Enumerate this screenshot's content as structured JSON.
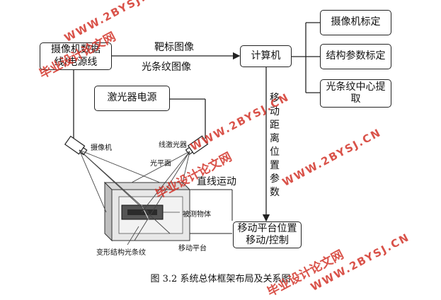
{
  "boxes": {
    "data_line": "摄像机数据线/电源线",
    "computer": "计算机",
    "laser_power": "激光器电源",
    "camera_calib": "摄像机标定",
    "struct_calib": "结构参数标定",
    "stripe_center": "光条纹中心提取",
    "platform_ctrl": "移动平台位置移动/控制"
  },
  "arrows": {
    "target_image": "靶标图像",
    "stripe_image": "光条纹图像",
    "move_params": "移动距离位置参数",
    "linear_motion": "直线运动"
  },
  "apparatus": {
    "camera": "摄像机",
    "line_laser": "线激光器",
    "light_plane": "光平面",
    "measured_object": "被测物体",
    "deformed_stripe": "变形结构光条纹",
    "moving_platform": "移动平台"
  },
  "caption": "图 3.2 系统总体框架布局及关系图",
  "watermark": {
    "text1": "毕业设计论文网",
    "text2": "WWW.2BYSJ.CN"
  },
  "colors": {
    "watermark": "#d3342a",
    "line": "#222222"
  }
}
